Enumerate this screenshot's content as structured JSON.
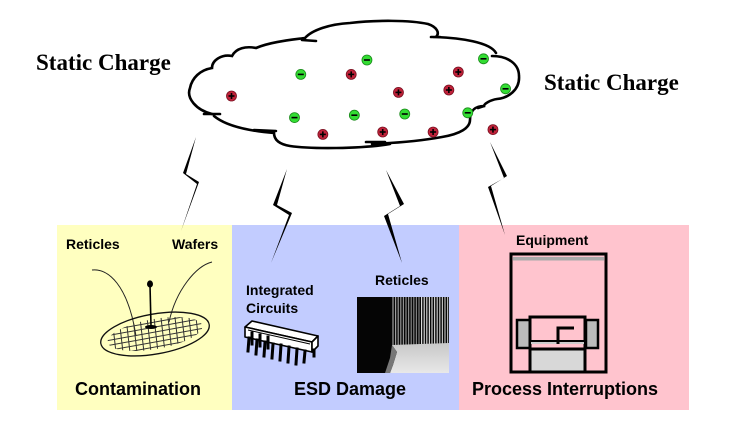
{
  "titles": {
    "left": "Static Charge",
    "right": "Static Charge"
  },
  "cloud": {
    "name": "static-charge-cloud",
    "charges": [
      {
        "sign": "negative",
        "col": 0.32,
        "row": 0.37
      },
      {
        "sign": "negative",
        "col": 0.53,
        "row": 0.25
      },
      {
        "sign": "negative",
        "col": 0.9,
        "row": 0.24
      },
      {
        "sign": "negative",
        "col": 0.97,
        "row": 0.49
      },
      {
        "sign": "negative",
        "col": 0.3,
        "row": 0.73
      },
      {
        "sign": "negative",
        "col": 0.49,
        "row": 0.71
      },
      {
        "sign": "negative",
        "col": 0.65,
        "row": 0.7
      },
      {
        "sign": "negative",
        "col": 0.85,
        "row": 0.69
      },
      {
        "sign": "positive",
        "col": 0.1,
        "row": 0.55
      },
      {
        "sign": "positive",
        "col": 0.48,
        "row": 0.37
      },
      {
        "sign": "positive",
        "col": 0.82,
        "row": 0.35
      },
      {
        "sign": "positive",
        "col": 0.63,
        "row": 0.52
      },
      {
        "sign": "positive",
        "col": 0.79,
        "row": 0.5
      },
      {
        "sign": "positive",
        "col": 0.39,
        "row": 0.87
      },
      {
        "sign": "positive",
        "col": 0.58,
        "row": 0.85
      },
      {
        "sign": "positive",
        "col": 0.74,
        "row": 0.85
      },
      {
        "sign": "positive",
        "col": 0.93,
        "row": 0.83
      }
    ],
    "colors": {
      "positive": "#C0223A",
      "negative": "#33DD33"
    }
  },
  "panels": [
    {
      "id": "contamination",
      "color": "#FFFFC0",
      "caption": "Contamination",
      "labels": [
        "Reticles",
        "Wafers"
      ]
    },
    {
      "id": "esd-damage",
      "color": "#C2CCFF",
      "caption": "ESD Damage",
      "labels": [
        "Integrated",
        "Circuits",
        "Reticles"
      ]
    },
    {
      "id": "process-interruptions",
      "color": "#FFC4CE",
      "caption": "Process Interruptions",
      "labels": [
        "Equipment"
      ]
    }
  ],
  "icons": {
    "lightning": "lightning-bolt-icon",
    "wafer": "wafer-icon",
    "chip": "integrated-circuit-icon",
    "reticle_photo": "reticle-damage-photo",
    "equipment": "equipment-icon"
  }
}
